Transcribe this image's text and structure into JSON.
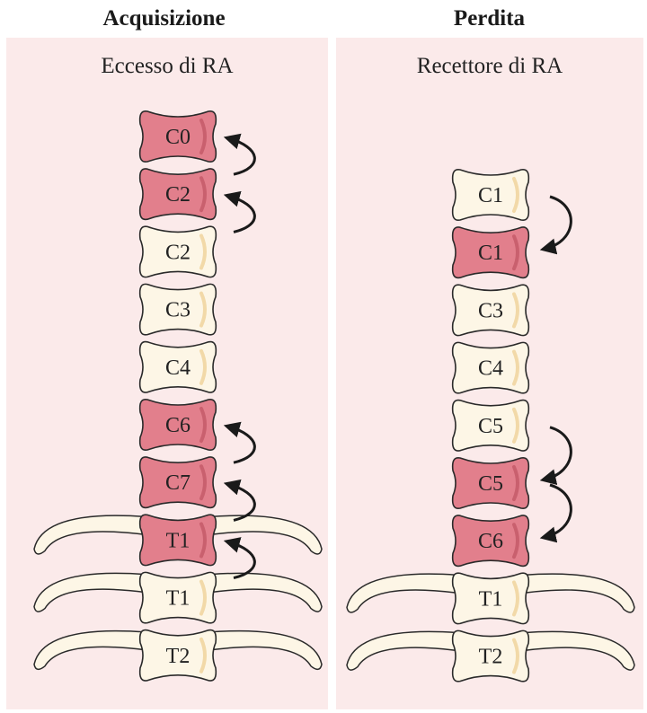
{
  "columns": [
    {
      "header": "Acquisizione",
      "subtitle": "Eccesso di RA",
      "vertebrae": [
        {
          "label": "C0",
          "highlighted": true
        },
        {
          "label": "C2",
          "highlighted": true
        },
        {
          "label": "C2",
          "highlighted": false
        },
        {
          "label": "C3",
          "highlighted": false
        },
        {
          "label": "C4",
          "highlighted": false
        },
        {
          "label": "C6",
          "highlighted": true
        },
        {
          "label": "C7",
          "highlighted": true
        },
        {
          "label": "T1",
          "highlighted": true
        },
        {
          "label": "T1",
          "highlighted": false
        },
        {
          "label": "T2",
          "highlighted": false
        }
      ]
    },
    {
      "header": "Perdita",
      "subtitle": "Recettore di RA",
      "vertebrae": [
        {
          "label": "C1",
          "highlighted": false
        },
        {
          "label": "C1",
          "highlighted": true
        },
        {
          "label": "C3",
          "highlighted": false
        },
        {
          "label": "C4",
          "highlighted": false
        },
        {
          "label": "C5",
          "highlighted": false
        },
        {
          "label": "C5",
          "highlighted": true
        },
        {
          "label": "C6",
          "highlighted": true
        },
        {
          "label": "T1",
          "highlighted": false
        },
        {
          "label": "T2",
          "highlighted": false
        }
      ]
    }
  ],
  "colors": {
    "panel_background": "#fbeaea",
    "normal_vertebra": "#fdf6e6",
    "highlight_vertebra": "#e27f8c",
    "outline": "#2a2a2a",
    "arrow": "#1a1a1a"
  }
}
